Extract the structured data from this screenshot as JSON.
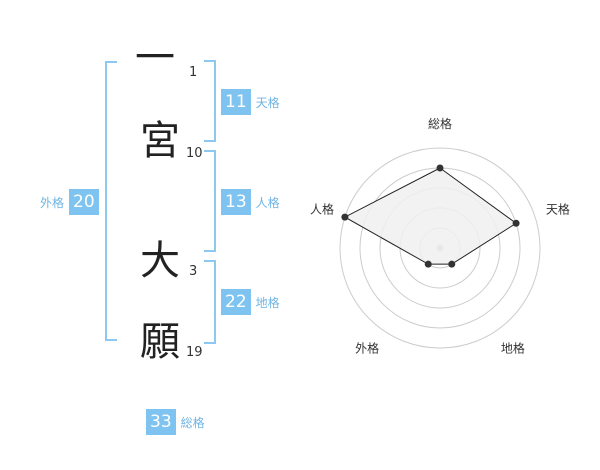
{
  "name": {
    "chars": [
      {
        "char": "一",
        "strokes": "1"
      },
      {
        "char": "宮",
        "strokes": "10"
      },
      {
        "char": "大",
        "strokes": "3"
      },
      {
        "char": "願",
        "strokes": "19"
      }
    ]
  },
  "fortunes": {
    "tenkaku": {
      "value": "11",
      "label": "天格"
    },
    "jinkaku": {
      "value": "13",
      "label": "人格"
    },
    "chikaku": {
      "value": "22",
      "label": "地格"
    },
    "gaikaku": {
      "value": "20",
      "label": "外格"
    },
    "soukaku": {
      "value": "33",
      "label": "総格"
    }
  },
  "chart_data": {
    "type": "radar",
    "axes": [
      "総格",
      "天格",
      "地格",
      "外格",
      "人格"
    ],
    "values": [
      4,
      4,
      1,
      1,
      5
    ],
    "range": [
      0,
      5
    ],
    "rings": 5,
    "colors": {
      "fill": "#f0f0f0",
      "line": "#222222",
      "ring": "#cccccc",
      "center": "#bbbbbb"
    }
  }
}
